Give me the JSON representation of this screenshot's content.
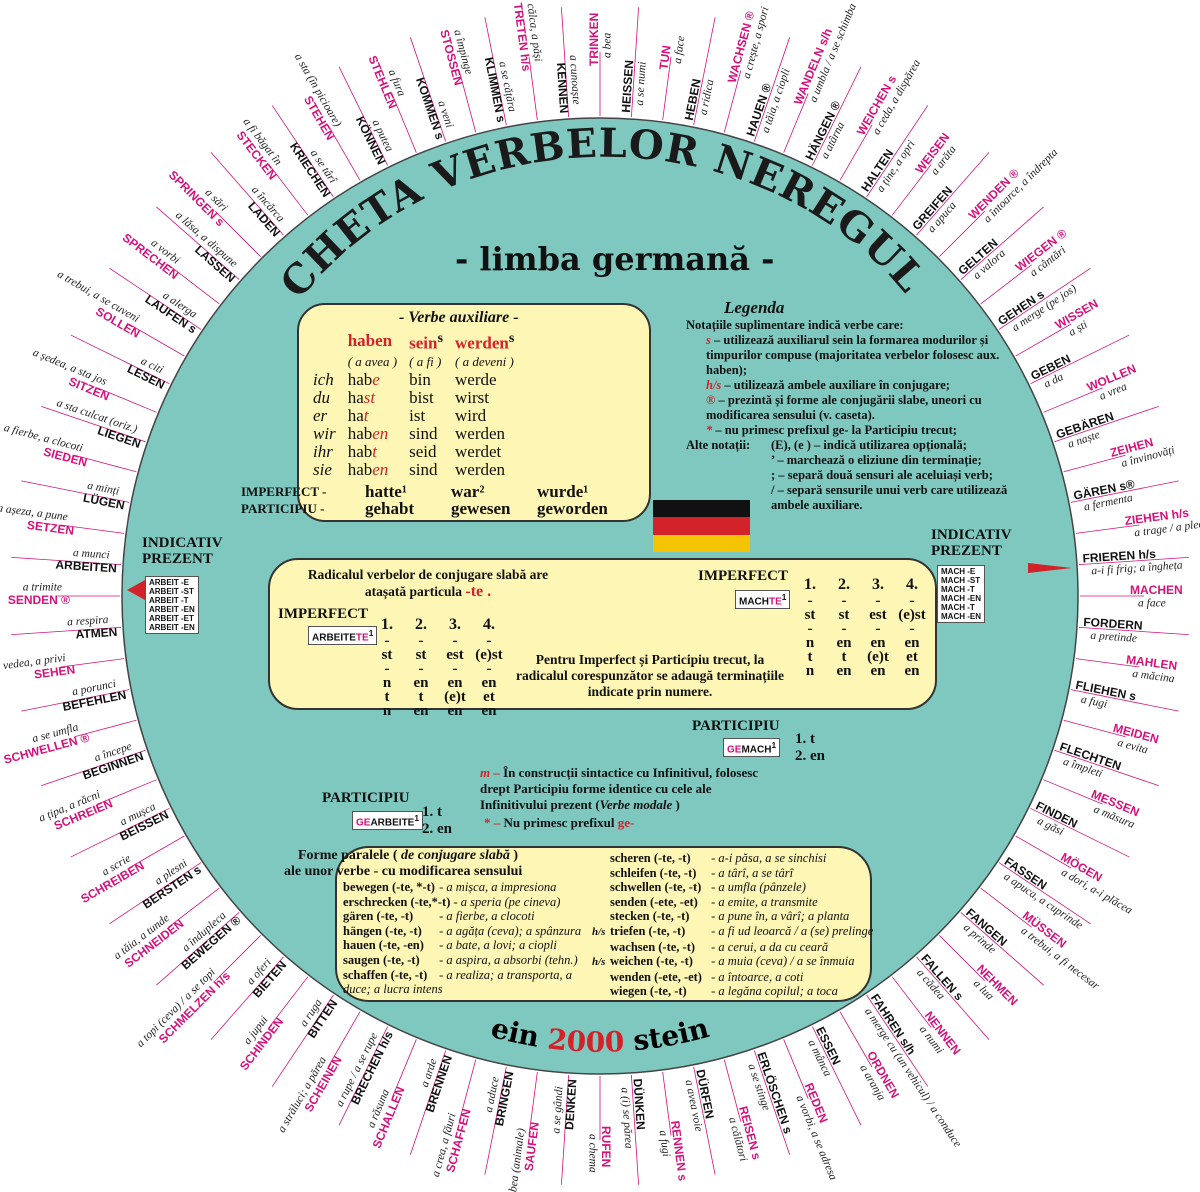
{
  "title": "DISCHETA VERBELOR NEREGULATE",
  "subtitle": "- limba germană -",
  "footer": {
    "left": "ein",
    "number": "2000",
    "right": "stein"
  },
  "colors": {
    "disc": "#7ec8bf",
    "box": "#fdf6b4",
    "accent_red": "#d2232a",
    "verb_magenta": "#d4127a"
  },
  "auxiliary": {
    "heading": "- Verbe auxiliare -",
    "verbs": [
      {
        "name": "haben",
        "mark": "",
        "meaning": "( a avea )"
      },
      {
        "name": "sein",
        "mark": "s",
        "meaning": "( a fi )"
      },
      {
        "name": "werden",
        "mark": "s",
        "meaning": "( a deveni )"
      }
    ],
    "rows": [
      {
        "pronoun": "ich",
        "haben": "habe",
        "sein": "bin",
        "werden": "werde"
      },
      {
        "pronoun": "du",
        "haben": "hast",
        "sein": "bist",
        "werden": "wirst"
      },
      {
        "pronoun": "er",
        "haben": "hat",
        "sein": "ist",
        "werden": "wird"
      },
      {
        "pronoun": "wir",
        "haben": "haben",
        "sein": "sind",
        "werden": "werden"
      },
      {
        "pronoun": "ihr",
        "haben": "habt",
        "sein": "seid",
        "werden": "werdet"
      },
      {
        "pronoun": "sie",
        "haben": "haben",
        "sein": "sind",
        "werden": "werden"
      }
    ],
    "imperfect": {
      "label": "IMPERFECT -",
      "haben": "hatte¹",
      "sein": "war²",
      "werden": "wurde¹"
    },
    "participle": {
      "label": "PARTICIPIU -",
      "haben": "gehabt",
      "sein": "gewesen",
      "werden": "geworden"
    }
  },
  "legend": {
    "title": "Legenda",
    "intro": "Notațiile suplimentare indică verbe care:",
    "items": [
      {
        "symbol": "s",
        "text": "– utilizează auxiliarul sein la formarea modurilor și timpurilor compuse (majoritatea verbelor folosesc aux. haben);"
      },
      {
        "symbol": "h/s",
        "text": "– utilizează ambele auxiliare în conjugare;"
      },
      {
        "symbol": "®",
        "text": "– prezintă și forme ale conjugării slabe, uneori cu modificarea sensului (v. caseta)."
      },
      {
        "symbol": "*",
        "text": "– nu primesc prefixul ge- la Participiu trecut;"
      }
    ],
    "other_label": "Alte notații:",
    "other": [
      {
        "symbol": "(E), (e )",
        "text": "– indică utilizarea opțională;"
      },
      {
        "symbol": "’",
        "text": "– marchează o eliziune din terminație;"
      },
      {
        "symbol": ";",
        "text": "– separă două sensuri ale aceluiași verb;"
      },
      {
        "symbol": "/",
        "text": "– separă sensurile unui verb care utilizează ambele auxiliare."
      }
    ]
  },
  "indicativ_left": {
    "label": "INDICATIV PREZENT",
    "forms": [
      "ARBEIT -E",
      "ARBEIT -ST",
      "ARBEIT -T",
      "ARBEIT -EN",
      "ARBEIT -ET",
      "ARBEIT -EN"
    ]
  },
  "indicativ_right": {
    "label": "INDICATIV PREZENT",
    "forms": [
      "MACH -E",
      "MACH -ST",
      "MACH -T",
      "MACH -EN",
      "MACH -T",
      "MACH -EN"
    ]
  },
  "weak": {
    "intro": "Radicalul verbelor de conjugare slabă are atașată particula",
    "particle": "-te .",
    "note": "Pentru Imperfect și Participiu trecut, la radicalul corespunzător se adaugă terminațiile indicate prin numere.",
    "imperfect_label": "IMPERFECT",
    "left_tag": {
      "stem": "ARBEITE",
      "suffix": "TE",
      "num": "1"
    },
    "right_tag": {
      "stem": "MACH",
      "suffix": "TE",
      "num": "1"
    },
    "columns": [
      {
        "num": "1.",
        "endings": [
          "-",
          "st",
          "-",
          "n",
          "t",
          "n"
        ]
      },
      {
        "num": "2.",
        "endings": [
          "-",
          "st",
          "-",
          "en",
          "t",
          "en"
        ]
      },
      {
        "num": "3.",
        "endings": [
          "-",
          "est",
          "-",
          "en",
          "(e)t",
          "en"
        ]
      },
      {
        "num": "4.",
        "endings": [
          "-",
          "(e)st",
          "-",
          "en",
          "et",
          "en"
        ]
      }
    ],
    "participle_label": "PARTICIPIU",
    "part_left_tag": {
      "prefix": "GE",
      "stem": "ARBEITE",
      "num": "1"
    },
    "part_right_tag": {
      "prefix": "GE",
      "stem": "MACH",
      "num": "1"
    },
    "part_endings": [
      "1.  t",
      "2. en"
    ]
  },
  "notes": {
    "m_symbol": "m –",
    "m_text": "În construcții sintactice cu Infinitivul, folosesc drept Participiu forme identice cu cele ale Infinitivului prezent (",
    "m_italic": "Verbe modale",
    "m_end": ")",
    "star_symbol": "* –",
    "star_text": "Nu primesc prefixul",
    "star_red": "ge-"
  },
  "parallel": {
    "title_a": "Forme paralele (",
    "title_i": "de conjugare slabă",
    "title_b": ")",
    "title_2": "ale unor verbe  - cu modificarea sensului",
    "left": [
      {
        "verb": "bewegen (-te, *-t)",
        "meaning": "- a mișca, a impresiona"
      },
      {
        "verb": "erschrecken (-te,*-t)",
        "meaning": "- a speria (pe cineva)"
      },
      {
        "verb": "gären (-te, -t)",
        "meaning": "- a fierbe, a clocoti"
      },
      {
        "verb": "hängen (-te, -t)",
        "meaning": "- a agăța (ceva); a spânzura"
      },
      {
        "verb": "hauen (-te, -en)",
        "meaning": "- a bate, a lovi; a ciopli"
      },
      {
        "verb": "saugen (-te, -t)",
        "meaning": "- a aspira, a absorbi (tehn.)"
      },
      {
        "verb": "schaffen (-te, -t)",
        "meaning": "- a realiza; a transporta, a duce; a lucra intens"
      }
    ],
    "right": [
      {
        "mark": "",
        "verb": "scheren (-te, -t)",
        "meaning": "- a-i păsa, a se sinchisi"
      },
      {
        "mark": "",
        "verb": "schleifen (-te, -t)",
        "meaning": "- a târî, a se târî"
      },
      {
        "mark": "",
        "verb": "schwellen (-te, -t)",
        "meaning": "- a umfla (pânzele)"
      },
      {
        "mark": "",
        "verb": "senden (-ete, -et)",
        "meaning": "- a emite, a transmite"
      },
      {
        "mark": "",
        "verb": "stecken (-te, -t)",
        "meaning": "- a pune în, a vârî; a planta"
      },
      {
        "mark": "h/s",
        "verb": "triefen (-te, -t)",
        "meaning": "- a fi ud leoarcă / a (se) prelinge"
      },
      {
        "mark": "",
        "verb": "wachsen (-te, -t)",
        "meaning": "- a cerui, a da cu ceară"
      },
      {
        "mark": "h/s",
        "verb": "weichen (-te, -t)",
        "meaning": "- a muia (ceva) / a se înmuia"
      },
      {
        "mark": "",
        "verb": "wenden (-ete, -et)",
        "meaning": "- a întoarce, a coti"
      },
      {
        "mark": "",
        "verb": "wiegen (-te, -t)",
        "meaning": "- a legăna copilul; a toca"
      }
    ]
  },
  "outer_ring": [
    {
      "verb": "TRINKEN",
      "mark": "",
      "meaning": "a bea"
    },
    {
      "verb": "TUN",
      "mark": "",
      "meaning": "a face"
    },
    {
      "verb": "WACHSEN",
      "mark": "®",
      "meaning": "a crește, a spori"
    },
    {
      "verb": "WANDELN",
      "mark": "s/h",
      "meaning": "a umbla / a se schimba"
    },
    {
      "verb": "WEICHEN",
      "mark": "s",
      "meaning": "a ceda, a dispărea"
    },
    {
      "verb": "WEISEN",
      "mark": "",
      "meaning": "a arăta"
    },
    {
      "verb": "WENDEN",
      "mark": "®",
      "meaning": "a întoarce, a îndrepta"
    },
    {
      "verb": "WIEGEN",
      "mark": "®",
      "meaning": "a cântări"
    },
    {
      "verb": "WISSEN",
      "mark": "",
      "meaning": "a ști"
    },
    {
      "verb": "WOLLEN",
      "mark": "",
      "meaning": "a vrea"
    },
    {
      "verb": "ZEIHEN",
      "mark": "",
      "meaning": "a învinovăți"
    },
    {
      "verb": "ZIEHEN",
      "mark": "h/s",
      "meaning": "a trage / a pleca"
    },
    {
      "verb": "MACHEN",
      "mark": "",
      "meaning": "a face"
    },
    {
      "verb": "MAHLEN",
      "mark": "",
      "meaning": "a măcina"
    },
    {
      "verb": "MEIDEN",
      "mark": "",
      "meaning": "a evita"
    },
    {
      "verb": "MESSEN",
      "mark": "",
      "meaning": "a măsura"
    },
    {
      "verb": "MÖGEN",
      "mark": "",
      "meaning": "a dori, a-i plăcea"
    },
    {
      "verb": "MÜSSEN",
      "mark": "",
      "meaning": "a trebui, a fi necesar"
    },
    {
      "verb": "NEHMEN",
      "mark": "",
      "meaning": "a lua"
    },
    {
      "verb": "NENNEN",
      "mark": "",
      "meaning": "a numi"
    },
    {
      "verb": "ORDNEN",
      "mark": "",
      "meaning": "a aranja"
    },
    {
      "verb": "REDEN",
      "mark": "",
      "meaning": "a vorbi, a se adresa"
    },
    {
      "verb": "REISEN",
      "mark": "s",
      "meaning": "a călători"
    },
    {
      "verb": "RENNEN",
      "mark": "s",
      "meaning": "a fugi"
    },
    {
      "verb": "RUFEN",
      "mark": "",
      "meaning": "a chema"
    },
    {
      "verb": "SAUFEN",
      "mark": "",
      "meaning": "a bea (animale)"
    },
    {
      "verb": "SCHAFFEN",
      "mark": "",
      "meaning": "a crea, a făuri"
    },
    {
      "verb": "SCHALLEN",
      "mark": "",
      "meaning": "a răsuna"
    },
    {
      "verb": "SCHEINEN",
      "mark": "",
      "meaning": "a străluci; a părea"
    },
    {
      "verb": "SCHINDEN",
      "mark": "",
      "meaning": "a jupui"
    },
    {
      "verb": "SCHMELZEN",
      "mark": "h/s",
      "meaning": "a topi (ceva) / a se topi"
    },
    {
      "verb": "SCHNEIDEN",
      "mark": "",
      "meaning": "a tăia, a tunde"
    },
    {
      "verb": "SCHREIBEN",
      "mark": "",
      "meaning": "a scrie"
    },
    {
      "verb": "SCHREIEN",
      "mark": "",
      "meaning": "a țipa, a răcni"
    },
    {
      "verb": "SCHWELLEN",
      "mark": "®",
      "meaning": "a se umfla"
    },
    {
      "verb": "SEHEN",
      "mark": "",
      "meaning": "a vedea, a privi"
    },
    {
      "verb": "SENDEN",
      "mark": "®",
      "meaning": "a trimite"
    },
    {
      "verb": "SETZEN",
      "mark": "",
      "meaning": "a așeza, a pune"
    },
    {
      "verb": "SIEDEN",
      "mark": "",
      "meaning": "a fierbe, a clocoti"
    },
    {
      "verb": "SITZEN",
      "mark": "",
      "meaning": "a ședea, a sta jos"
    },
    {
      "verb": "SOLLEN",
      "mark": "",
      "meaning": "a trebui, a se cuveni"
    },
    {
      "verb": "SPRECHEN",
      "mark": "",
      "meaning": "a vorbi"
    },
    {
      "verb": "SPRINGEN",
      "mark": "s",
      "meaning": "a sări"
    },
    {
      "verb": "STECKEN",
      "mark": "",
      "meaning": "a fi băgat în"
    },
    {
      "verb": "STEHEN",
      "mark": "",
      "meaning": "a sta (în picioare)"
    },
    {
      "verb": "STEHLEN",
      "mark": "",
      "meaning": "a fura"
    },
    {
      "verb": "STOSSEN",
      "mark": "",
      "meaning": "a împinge"
    },
    {
      "verb": "TRETEN",
      "mark": "h/s",
      "meaning": "a călca, a păși"
    }
  ],
  "inner_ring": [
    {
      "verb": "KENNEN",
      "mark": "",
      "meaning": "a cunoaște"
    },
    {
      "verb": "HEISSEN",
      "mark": "",
      "meaning": "a se numi"
    },
    {
      "verb": "HEBEN",
      "mark": "",
      "meaning": "a ridica"
    },
    {
      "verb": "HAUEN",
      "mark": "®",
      "meaning": "a tăia, a ciopli"
    },
    {
      "verb": "HÄNGEN",
      "mark": "®",
      "meaning": "a atârna"
    },
    {
      "verb": "HALTEN",
      "mark": "",
      "meaning": "a ține, a opri"
    },
    {
      "verb": "GREIFEN",
      "mark": "",
      "meaning": "a apuca"
    },
    {
      "verb": "GELTEN",
      "mark": "",
      "meaning": "a valora"
    },
    {
      "verb": "GEHEN",
      "mark": "s",
      "meaning": "a merge (pe jos)"
    },
    {
      "verb": "GEBEN",
      "mark": "",
      "meaning": "a da"
    },
    {
      "verb": "GEBÄREN",
      "mark": "",
      "meaning": "a naște"
    },
    {
      "verb": "GÄREN",
      "mark": "s®",
      "meaning": "a fermenta"
    },
    {
      "verb": "FRIEREN",
      "mark": "h/s",
      "meaning": "a-i fi frig; a îngheța"
    },
    {
      "verb": "FORDERN",
      "mark": "",
      "meaning": "a pretinde"
    },
    {
      "verb": "FLIEHEN",
      "mark": "s",
      "meaning": "a fugi"
    },
    {
      "verb": "FLECHTEN",
      "mark": "",
      "meaning": "a împleti"
    },
    {
      "verb": "FINDEN",
      "mark": "",
      "meaning": "a găsi"
    },
    {
      "verb": "FASSEN",
      "mark": "",
      "meaning": "a apuca, a cuprinde"
    },
    {
      "verb": "FANGEN",
      "mark": "",
      "meaning": "a prinde"
    },
    {
      "verb": "FALLEN",
      "mark": "s",
      "meaning": "a cădea"
    },
    {
      "verb": "FAHREN",
      "mark": "s/h",
      "meaning": "a merge cu (un vehicul) / a conduce"
    },
    {
      "verb": "ESSEN",
      "mark": "",
      "meaning": "a mânca"
    },
    {
      "verb": "ERLÖSCHEN",
      "mark": "s",
      "meaning": "a se stinge"
    },
    {
      "verb": "DÜRFEN",
      "mark": "",
      "meaning": "a avea voie"
    },
    {
      "verb": "DÜNKEN",
      "mark": "",
      "meaning": "a (i) se părea"
    },
    {
      "verb": "DENKEN",
      "mark": "",
      "meaning": "a se gândi"
    },
    {
      "verb": "BRINGEN",
      "mark": "",
      "meaning": "a aduce"
    },
    {
      "verb": "BRENNEN",
      "mark": "",
      "meaning": "a arde"
    },
    {
      "verb": "BRECHEN",
      "mark": "h/s",
      "meaning": "a rupe / a se rupe"
    },
    {
      "verb": "BITTEN",
      "mark": "",
      "meaning": "a ruga"
    },
    {
      "verb": "BIETEN",
      "mark": "",
      "meaning": "a oferi"
    },
    {
      "verb": "BEWEGEN",
      "mark": "®",
      "meaning": "a îndupleca"
    },
    {
      "verb": "BERSTEN",
      "mark": "s",
      "meaning": "a plesni"
    },
    {
      "verb": "BEISSEN",
      "mark": "",
      "meaning": "a mușca"
    },
    {
      "verb": "BEGINNEN",
      "mark": "",
      "meaning": "a începe"
    },
    {
      "verb": "BEFEHLEN",
      "mark": "",
      "meaning": "a porunci"
    },
    {
      "verb": "ATMEN",
      "mark": "",
      "meaning": "a respira"
    },
    {
      "verb": "ARBEITEN",
      "mark": "",
      "meaning": "a munci"
    },
    {
      "verb": "LÜGEN",
      "mark": "",
      "meaning": "a minți"
    },
    {
      "verb": "LIEGEN",
      "mark": "",
      "meaning": "a sta culcat (oriz.)"
    },
    {
      "verb": "LESEN",
      "mark": "",
      "meaning": "a citi"
    },
    {
      "verb": "LAUFEN",
      "mark": "s",
      "meaning": "a alerga"
    },
    {
      "verb": "LASSEN",
      "mark": "",
      "meaning": "a lăsa, a dispune"
    },
    {
      "verb": "LADEN",
      "mark": "",
      "meaning": "a încărca"
    },
    {
      "verb": "KRIECHEN",
      "mark": "",
      "meaning": "a se târî"
    },
    {
      "verb": "KÖNNEN",
      "mark": "",
      "meaning": "a putea"
    },
    {
      "verb": "KOMMEN",
      "mark": "s",
      "meaning": "a veni"
    },
    {
      "verb": "KLIMMEN",
      "mark": "s",
      "meaning": "a se cățăra"
    }
  ]
}
